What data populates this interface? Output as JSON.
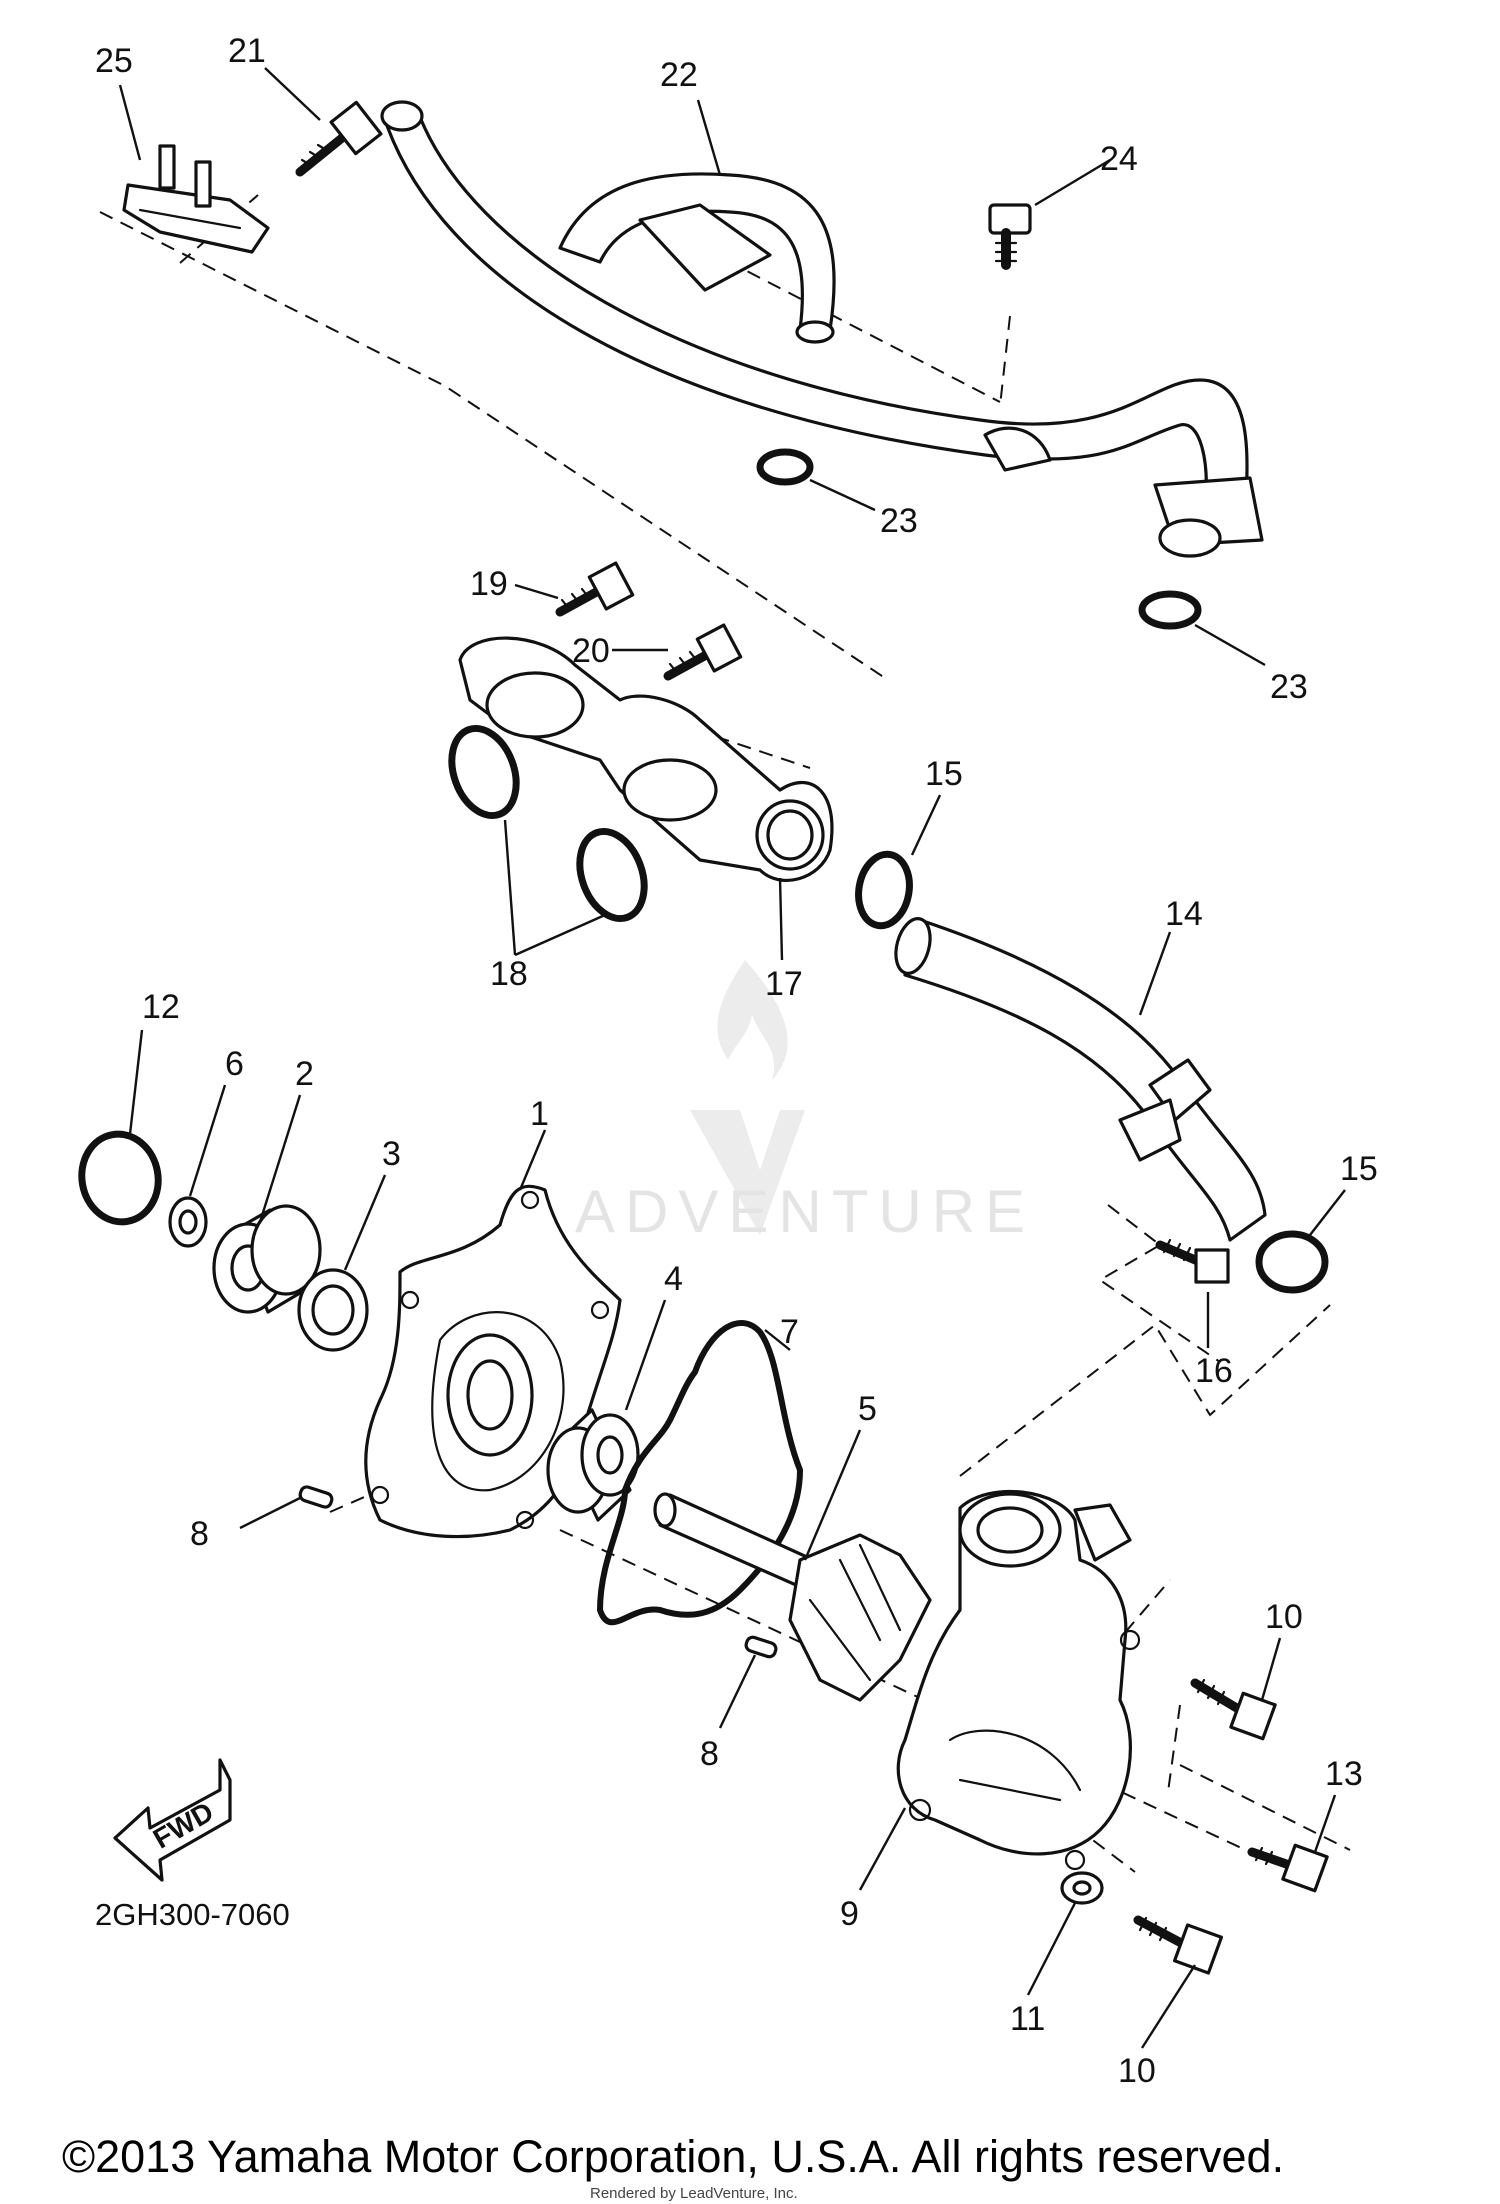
{
  "diagram": {
    "callouts": [
      "25",
      "21",
      "22",
      "24",
      "23",
      "23",
      "19",
      "20",
      "15",
      "14",
      "18",
      "17",
      "12",
      "6",
      "2",
      "3",
      "1",
      "4",
      "7",
      "5",
      "15",
      "16",
      "8",
      "8",
      "10",
      "13",
      "9",
      "11",
      "10"
    ],
    "watermark": "ADVENTURE",
    "fwd_label": "FWD",
    "drawing_code": "2GH300-7060",
    "copyright": "©2013 Yamaha Motor Corporation, U.S.A. All rights reserved.",
    "credit": "Rendered by LeadVenture, Inc."
  }
}
